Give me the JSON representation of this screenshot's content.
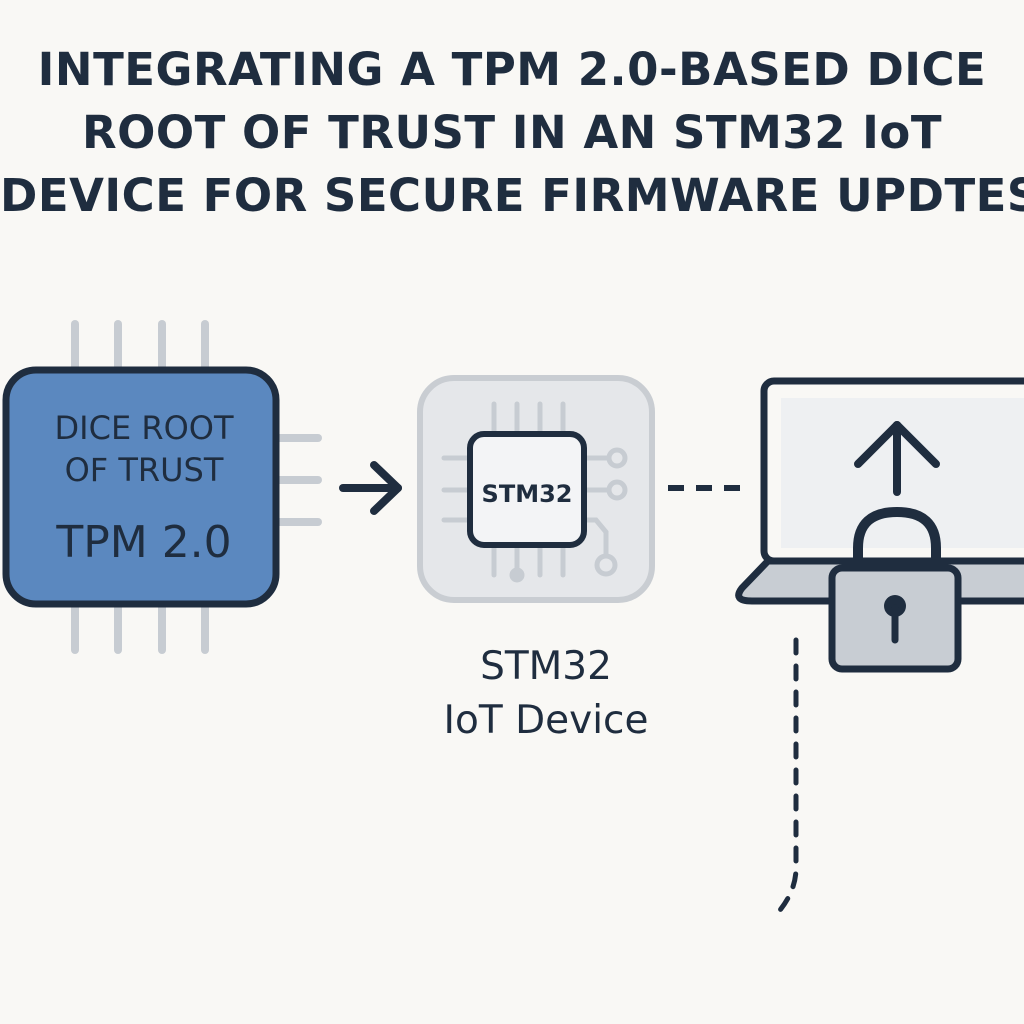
{
  "title": {
    "line1": "INTEGRATING A TPM 2.0-BASED DICE",
    "line2": "ROOT OF TRUST IN AN STM32 IoT",
    "line3": "DEVICE FOR SECURE FIRMWARE UPDTES"
  },
  "tpm_chip": {
    "label_line1": "DICE ROOT",
    "label_line2": "OF TRUST",
    "label_main": "TPM 2.0"
  },
  "stm32_chip": {
    "label": "STM32"
  },
  "device_caption": {
    "line1": "STM32",
    "line2": "IoT Device"
  },
  "colors": {
    "dark": "#1f2d3f",
    "tpm_fill": "#5b88bf",
    "pin_gray": "#c7ccd2",
    "board_gray": "#e5e7ea",
    "board_border": "#c9cdd2",
    "lock_fill": "#c8cdd3",
    "screen_fill": "#eef0f2"
  },
  "icons": {
    "arrow": "right-arrow-icon",
    "upload": "up-arrow-icon",
    "lock": "padlock-icon",
    "laptop": "laptop-icon"
  }
}
